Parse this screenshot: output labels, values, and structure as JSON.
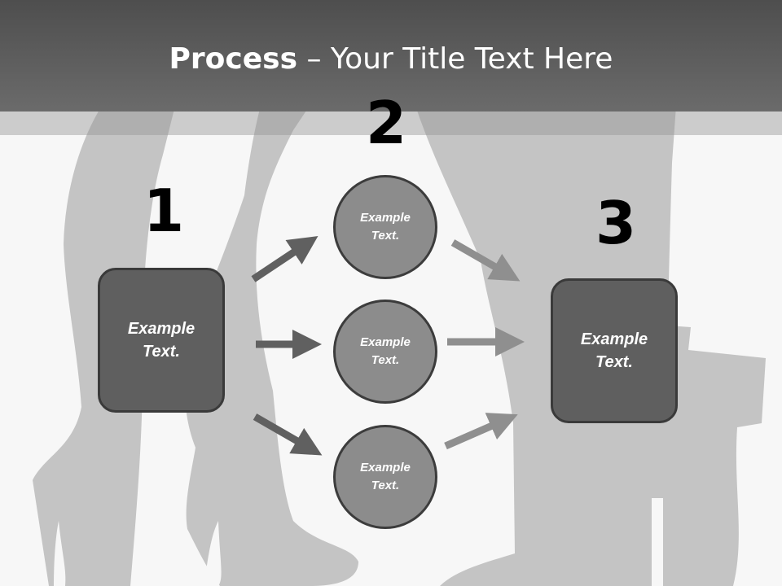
{
  "title": {
    "bold": "Process",
    "rest": " – Your Title Text Here"
  },
  "steps": {
    "one": "1",
    "two": "2",
    "three": "3"
  },
  "boxes": {
    "left": "Example\nText.",
    "right": "Example\nText."
  },
  "circles": {
    "top": "Example\nText.",
    "middle": "Example\nText.",
    "bottom": "Example\nText."
  },
  "colors": {
    "header": "#5a5a5a",
    "box": "#5f5f5f",
    "circle": "#8c8c8c",
    "arrow_dark": "#606060",
    "arrow_light": "#8f8f8f"
  }
}
